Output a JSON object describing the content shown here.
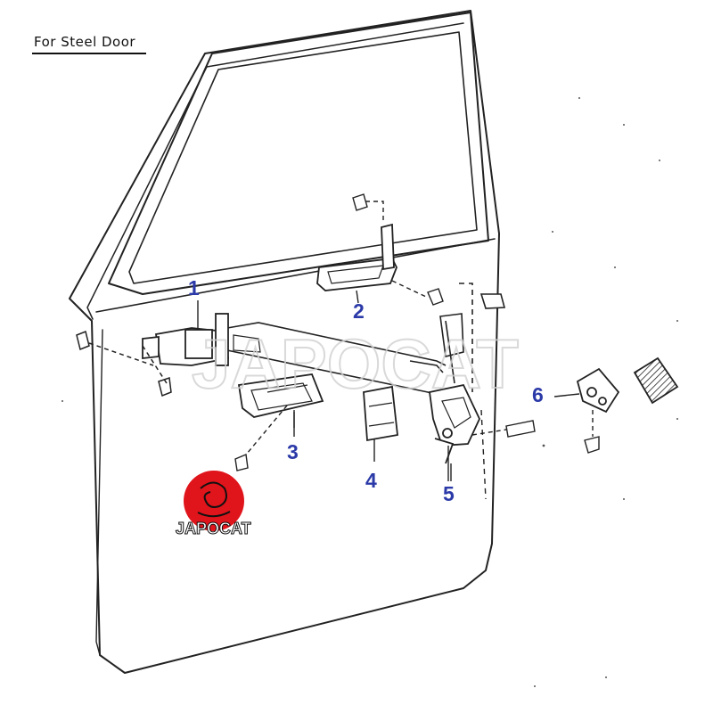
{
  "title": "For Steel Door",
  "callouts": [
    "1",
    "2",
    "3",
    "4",
    "5",
    "6"
  ],
  "watermark": {
    "text": "JAPOCAT",
    "color": "#cfcfcf"
  },
  "logo": {
    "text": "JAPOCAT",
    "badge_color": "#e0141b"
  },
  "colors": {
    "line": "#222222",
    "callout": "#2b3aa8"
  }
}
